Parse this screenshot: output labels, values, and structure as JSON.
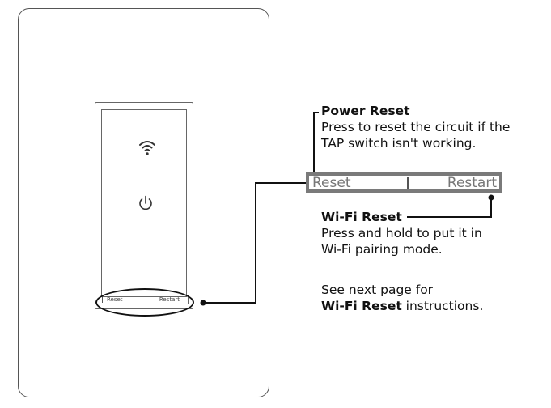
{
  "device": {
    "strip_reset": "Reset",
    "strip_restart": "Restart"
  },
  "callout_strip": {
    "reset": "Reset",
    "restart": "Restart"
  },
  "power_reset": {
    "title": "Power Reset",
    "line1": "Press to reset the circuit if the",
    "line2": "TAP switch isn't working."
  },
  "wifi_reset": {
    "title": "Wi-Fi Reset",
    "line1": "Press and hold to put it in",
    "line2": "Wi-Fi pairing mode."
  },
  "see_next": {
    "line1": "See next page for",
    "line2_bold": "Wi-Fi Reset",
    "line2_rest": " instructions."
  },
  "icons": [
    "wifi-icon",
    "power-icon"
  ]
}
